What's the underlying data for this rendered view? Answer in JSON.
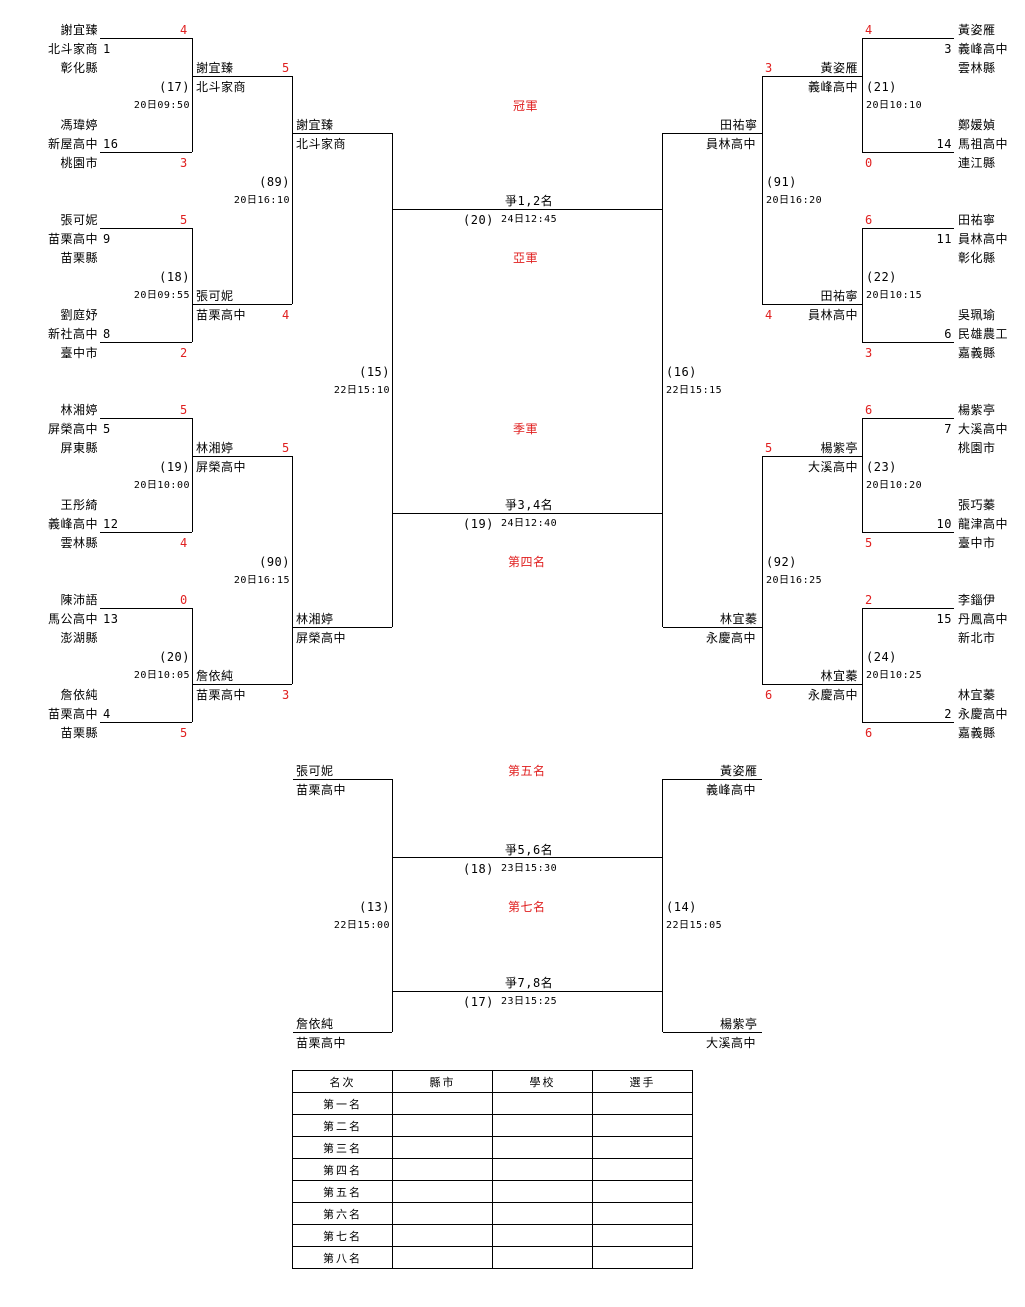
{
  "left_players": [
    {
      "name": "謝宜臻",
      "school": "北斗家商",
      "seed": "1",
      "city": "彰化縣",
      "score": "4"
    },
    {
      "name": "馮瑋婷",
      "school": "新屋高中",
      "seed": "16",
      "city": "桃園市",
      "score": "3"
    },
    {
      "name": "張可妮",
      "school": "苗栗高中",
      "seed": "9",
      "city": "苗栗縣",
      "score": "5"
    },
    {
      "name": "劉庭妤",
      "school": "新社高中",
      "seed": "8",
      "city": "臺中市",
      "score": "2"
    },
    {
      "name": "林湘婷",
      "school": "屏榮高中",
      "seed": "5",
      "city": "屏東縣",
      "score": "5"
    },
    {
      "name": "王彤綺",
      "school": "義峰高中",
      "seed": "12",
      "city": "雲林縣",
      "score": "4"
    },
    {
      "name": "陳沛語",
      "school": "馬公高中",
      "seed": "13",
      "city": "澎湖縣",
      "score": "0"
    },
    {
      "name": "詹依純",
      "school": "苗栗高中",
      "seed": "4",
      "city": "苗栗縣",
      "score": "5"
    }
  ],
  "right_players": [
    {
      "name": "黃姿雁",
      "school": "義峰高中",
      "seed": "3",
      "city": "雲林縣",
      "score": "4"
    },
    {
      "name": "鄭媛媜",
      "school": "馬祖高中",
      "seed": "14",
      "city": "連江縣",
      "score": "0"
    },
    {
      "name": "田祐寧",
      "school": "員林高中",
      "seed": "11",
      "city": "彰化縣",
      "score": "6"
    },
    {
      "name": "吳珮瑜",
      "school": "民雄農工",
      "seed": "6",
      "city": "嘉義縣",
      "score": "3"
    },
    {
      "name": "楊紫亭",
      "school": "大溪高中",
      "seed": "7",
      "city": "桃園市",
      "score": "6"
    },
    {
      "name": "張巧蓁",
      "school": "龍津高中",
      "seed": "10",
      "city": "臺中市",
      "score": "5"
    },
    {
      "name": "李錙伊",
      "school": "丹鳳高中",
      "seed": "15",
      "city": "新北市",
      "score": "2"
    },
    {
      "name": "林宜蓁",
      "school": "永慶高中",
      "seed": "2",
      "city": "嘉義縣",
      "score": "6"
    }
  ],
  "left_r2": [
    {
      "name": "謝宜臻",
      "school": "北斗家商",
      "score": "5"
    },
    {
      "name": "張可妮",
      "school": "苗栗高中",
      "score": "4"
    },
    {
      "name": "林湘婷",
      "school": "屏榮高中",
      "score": "5"
    },
    {
      "name": "詹依純",
      "school": "苗栗高中",
      "score": "3"
    }
  ],
  "right_r2": [
    {
      "name": "黃姿雁",
      "school": "義峰高中",
      "score": "3"
    },
    {
      "name": "田祐寧",
      "school": "員林高中",
      "score": "4"
    },
    {
      "name": "楊紫亭",
      "school": "大溪高中",
      "score": "5"
    },
    {
      "name": "林宜蓁",
      "school": "永慶高中",
      "score": "6"
    }
  ],
  "left_semi": [
    {
      "name": "謝宜臻",
      "school": "北斗家商"
    },
    {
      "name": "林湘婷",
      "school": "屏榮高中"
    }
  ],
  "right_semi": [
    {
      "name": "田祐寧",
      "school": "員林高中"
    },
    {
      "name": "林宜蓁",
      "school": "永慶高中"
    }
  ],
  "lower_left": [
    {
      "name": "張可妮",
      "school": "苗栗高中"
    },
    {
      "name": "詹依純",
      "school": "苗栗高中"
    }
  ],
  "lower_right": [
    {
      "name": "黃姿雁",
      "school": "義峰高中"
    },
    {
      "name": "楊紫亭",
      "school": "大溪高中"
    }
  ],
  "matches": {
    "m17": {
      "num": "(17)",
      "time": "20日09:50"
    },
    "m18": {
      "num": "(18)",
      "time": "20日09:55"
    },
    "m19": {
      "num": "(19)",
      "time": "20日10:00"
    },
    "m20": {
      "num": "(20)",
      "time": "20日10:05"
    },
    "m21": {
      "num": "(21)",
      "time": "20日10:10"
    },
    "m22": {
      "num": "(22)",
      "time": "20日10:15"
    },
    "m23": {
      "num": "(23)",
      "time": "20日10:20"
    },
    "m24": {
      "num": "(24)",
      "time": "20日10:25"
    },
    "m89": {
      "num": "(89)",
      "time": "20日16:10"
    },
    "m90": {
      "num": "(90)",
      "time": "20日16:15"
    },
    "m91": {
      "num": "(91)",
      "time": "20日16:20"
    },
    "m92": {
      "num": "(92)",
      "time": "20日16:25"
    },
    "m15": {
      "num": "(15)",
      "time": "22日15:10"
    },
    "m16": {
      "num": "(16)",
      "time": "22日15:15"
    },
    "m13": {
      "num": "(13)",
      "time": "22日15:00"
    },
    "m14": {
      "num": "(14)",
      "time": "22日15:05"
    },
    "final": {
      "label": "爭1,2名",
      "num": "(20)",
      "time": "24日12:45"
    },
    "third": {
      "label": "爭3,4名",
      "num": "(19)",
      "time": "24日12:40"
    },
    "fifth": {
      "label": "爭5,6名",
      "num": "(18)",
      "time": "23日15:30"
    },
    "seventh": {
      "label": "爭7,8名",
      "num": "(17)",
      "time": "23日15:25"
    }
  },
  "places": {
    "champion": "冠軍",
    "runner_up": "亞軍",
    "third": "季軍",
    "fourth": "第四名",
    "fifth": "第五名",
    "seventh": "第七名"
  },
  "ranking_table": {
    "headers": [
      "名次",
      "縣市",
      "學校",
      "選手"
    ],
    "rows": [
      "第一名",
      "第二名",
      "第三名",
      "第四名",
      "第五名",
      "第六名",
      "第七名",
      "第八名"
    ]
  }
}
